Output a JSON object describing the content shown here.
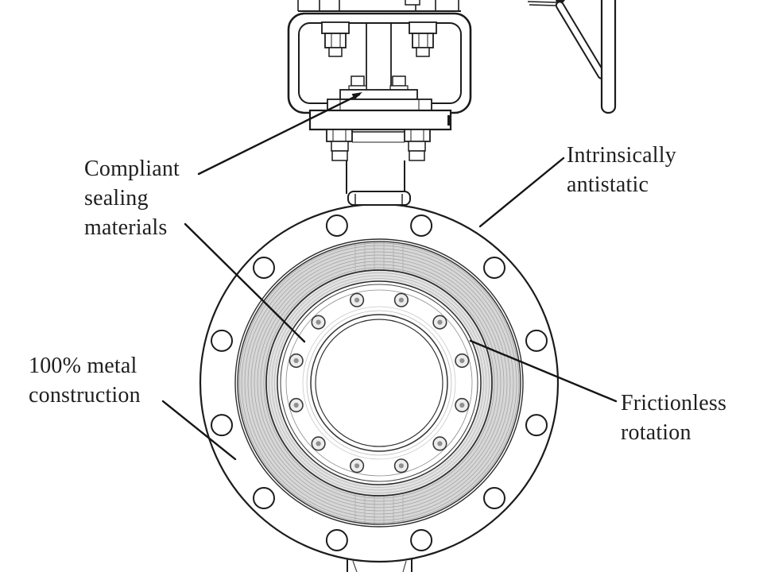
{
  "diagram": {
    "subject": "butterfly-valve-technical-drawing",
    "callouts": [
      {
        "id": "compliant-sealing-materials",
        "text": "Compliant\nsealing\nmaterials",
        "position": "upper-left"
      },
      {
        "id": "intrinsically-antistatic",
        "text": "Intrinsically\nantistatic",
        "position": "upper-right"
      },
      {
        "id": "metal-construction",
        "text": "100% metal\nconstruction",
        "position": "lower-left"
      },
      {
        "id": "frictionless-rotation",
        "text": "Frictionless\nrotation",
        "position": "lower-right"
      }
    ],
    "colors": {
      "line": "#1c1c1c",
      "hatch_fill": "#d7d7d7",
      "background": "#ffffff"
    }
  }
}
